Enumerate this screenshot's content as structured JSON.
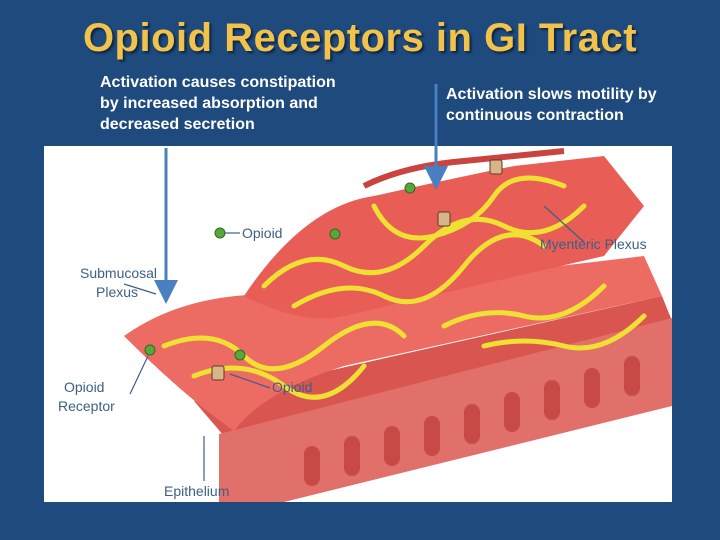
{
  "title": "Opioid Receptors in GI Tract",
  "annotations": {
    "left": "Activation causes constipation by increased absorption and decreased secretion",
    "right": "Activation slows motility by continuous contraction"
  },
  "figure_labels": {
    "opioid_top": "Opioid",
    "myenteric_plexus": "Myenteric Plexus",
    "submucosal_line1": "Submucosal",
    "submucosal_line2": "Plexus",
    "receptor_line1": "Opioid",
    "receptor_line2": "Receptor",
    "opioid_bottom": "Opioid",
    "epithelium": "Epithelium"
  },
  "colors": {
    "background": "#1f4a7d",
    "title": "#f2c34b",
    "arrow": "#4a7fc1",
    "tissue": "#e8625a",
    "nerve": "#f0e033",
    "opioid": "#5aa63a"
  }
}
